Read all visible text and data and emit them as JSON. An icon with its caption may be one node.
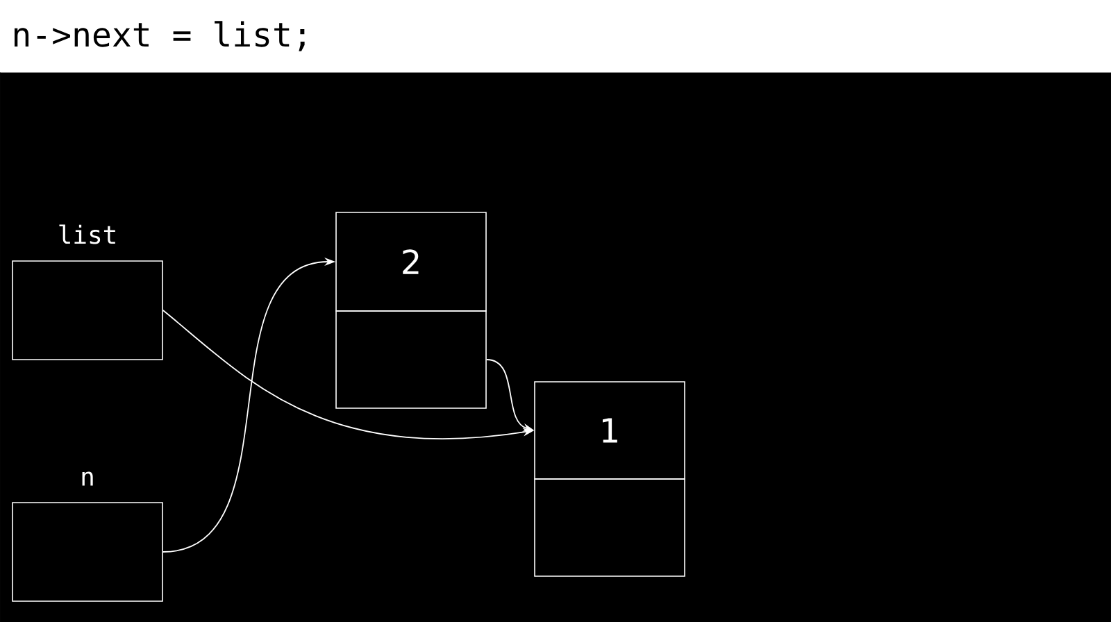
{
  "diagram": {
    "title": "n->next = list;",
    "nodes": [
      {
        "text": [
          "list"
        ]
      },
      {
        "text": [
          "n"
        ]
      },
      {
        "text": [
          "2"
        ]
      },
      {
        "text": [],
        "shape": "box"
      },
      {
        "text": [
          "1"
        ]
      },
      {
        "text": [],
        "shape": "box"
      }
    ],
    "edges": [
      {
        "from": 0,
        "to": 4,
        "arrow": "to"
      },
      {
        "from": 1,
        "to": 2,
        "arrow": "to"
      },
      {
        "from": 3,
        "to": 4,
        "arrow": "to"
      }
    ]
  }
}
